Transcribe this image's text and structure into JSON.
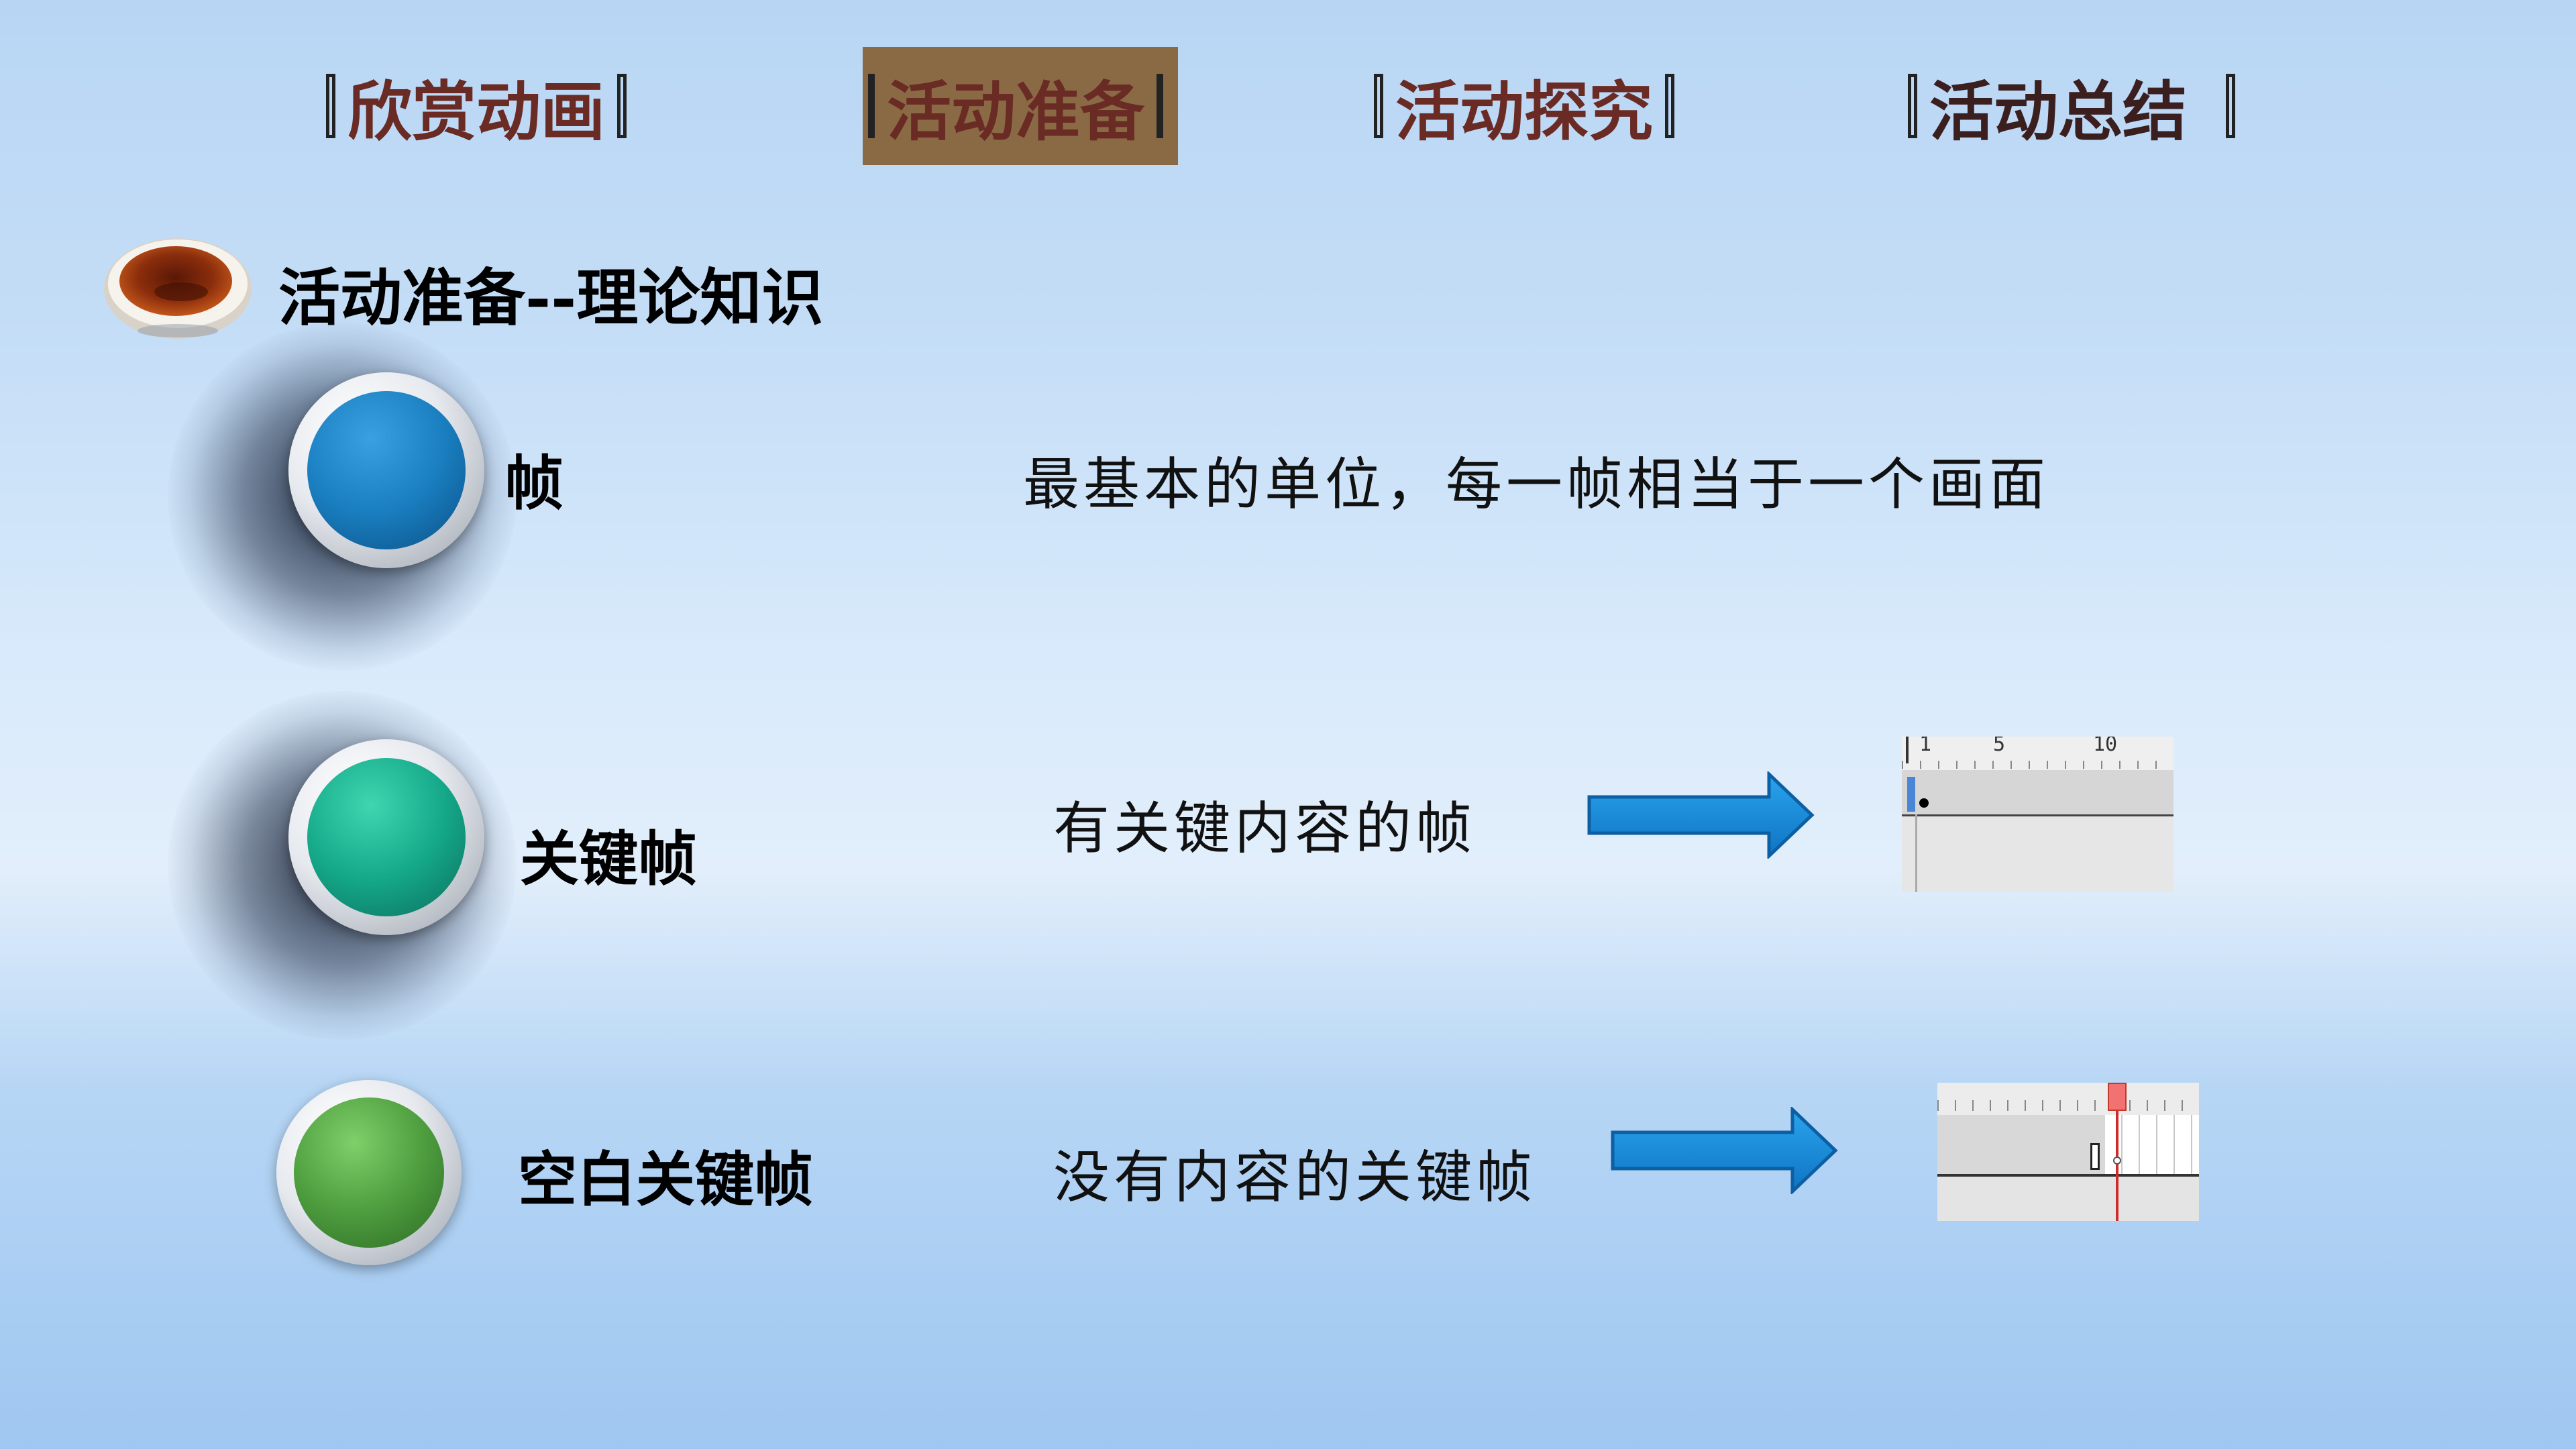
{
  "nav": {
    "tabs": [
      {
        "label": "欣赏动画",
        "active": false
      },
      {
        "label": "活动准备",
        "active": true
      },
      {
        "label": "活动探究",
        "active": false
      },
      {
        "label": "活动总结",
        "active": false
      }
    ]
  },
  "heading": "活动准备--理论知识",
  "items": [
    {
      "term": "帧",
      "description": "最基本的单位，每一帧相当于一个画面",
      "color": "#1a7fc0"
    },
    {
      "term": "关键帧",
      "description": "有关键内容的帧",
      "color": "#15a98a"
    },
    {
      "term": "空白关键帧",
      "description": "没有内容的关键帧",
      "color": "#4e9e3f"
    }
  ],
  "timeline1": {
    "ticks": [
      "1",
      "5",
      "10"
    ]
  },
  "colors": {
    "tab_text": "#6a2b25",
    "tab_active_bg": "#8a6a45",
    "arrow": "#1a8fdc"
  }
}
